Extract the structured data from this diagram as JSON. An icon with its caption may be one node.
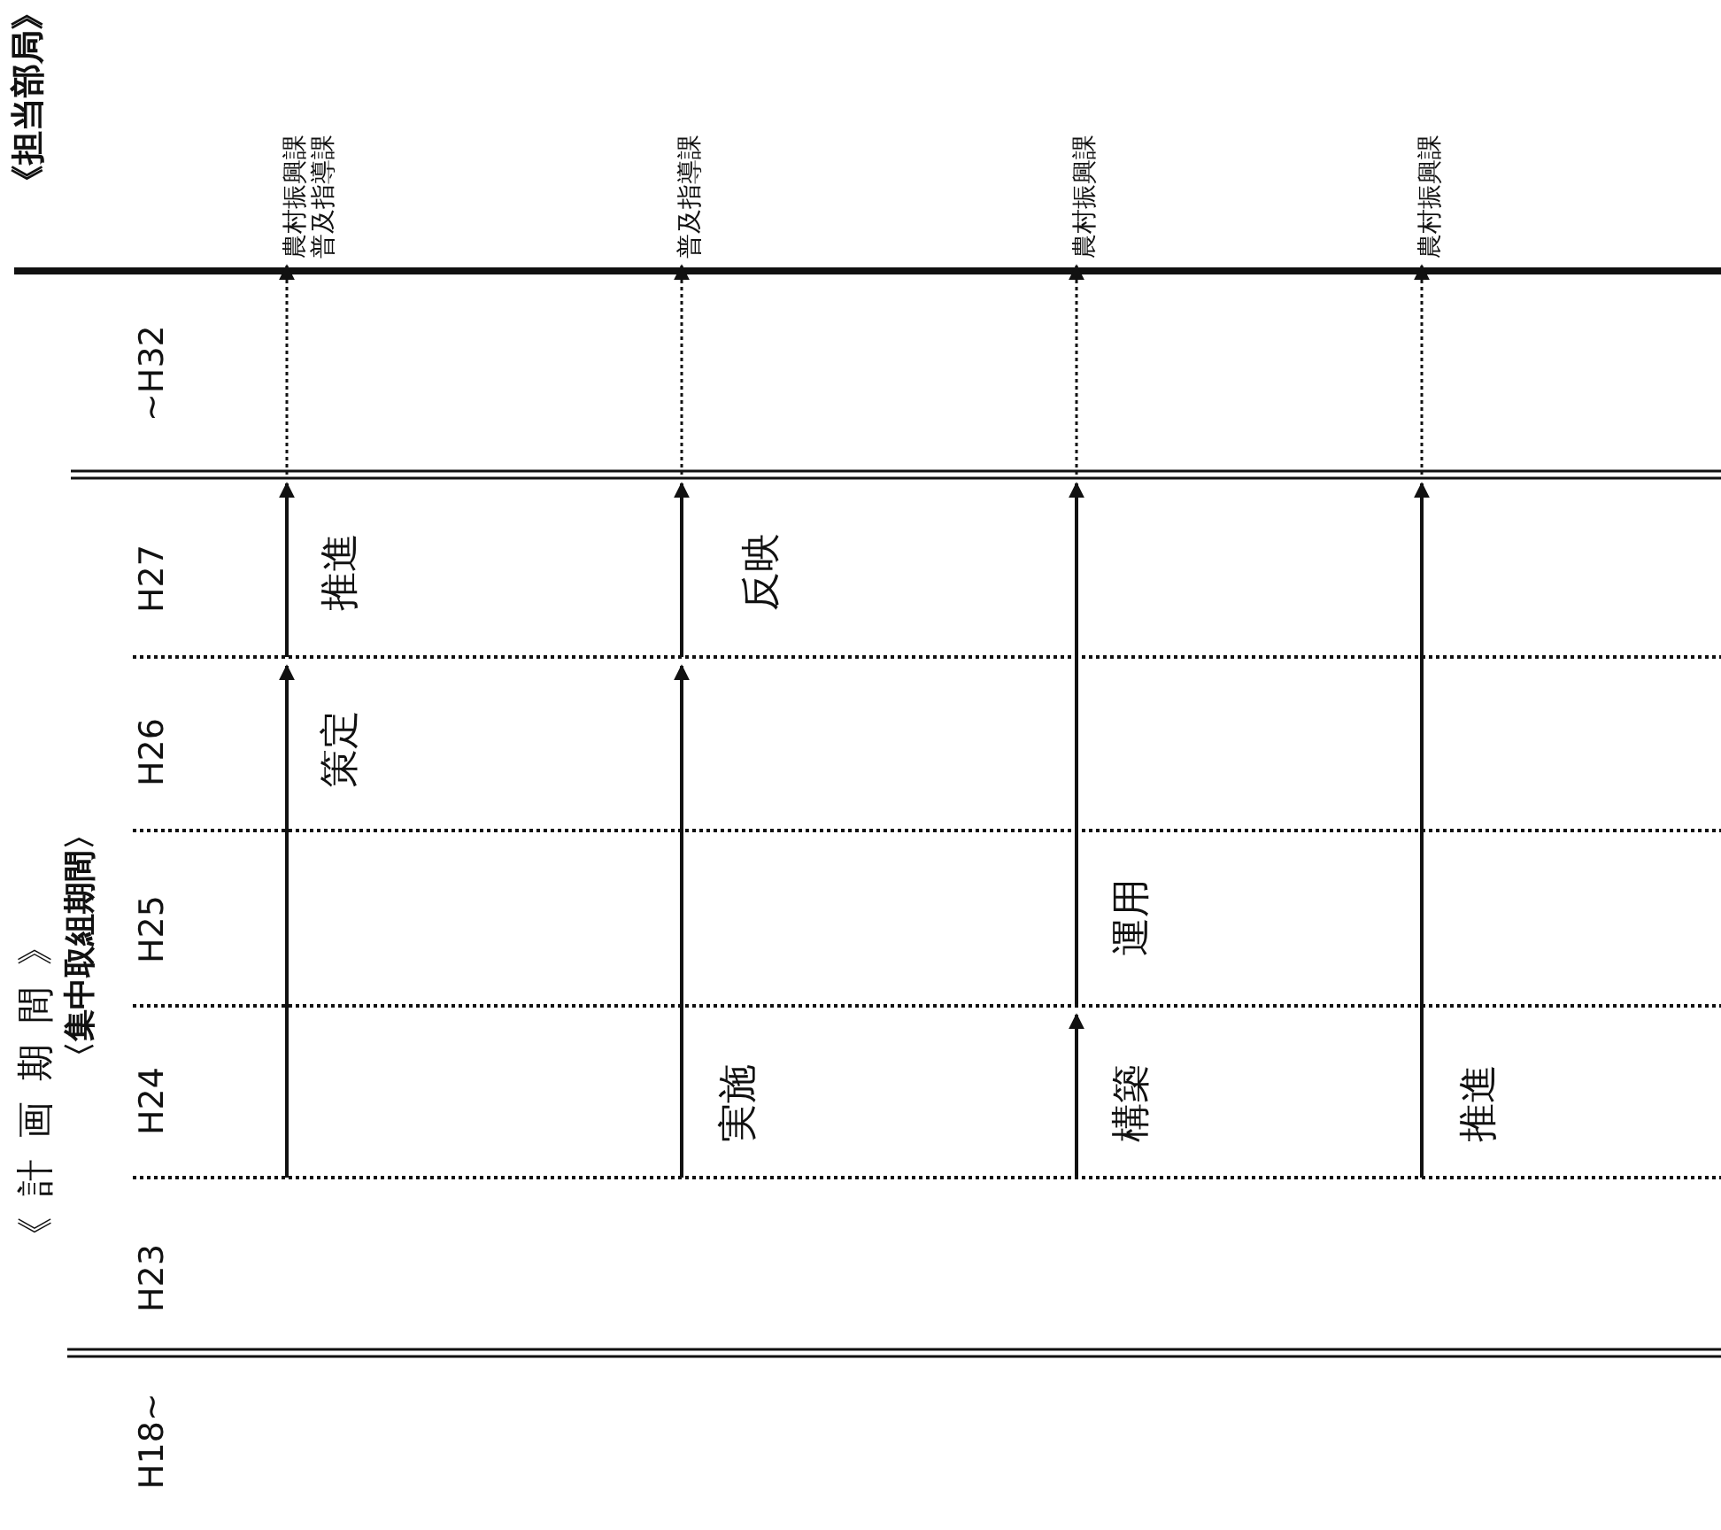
{
  "diagram": {
    "nodes": [
      {
        "text": [
          "農村振興課",
          "普及指導課"
        ]
      },
      {
        "text": [
          "普及指導課"
        ]
      },
      {
        "text": [
          "農村振興課"
        ]
      },
      {
        "text": [
          "農村振興課"
        ]
      }
    ],
    "edges": [
      {
        "from": null,
        "to": 0,
        "arrow": "to",
        "style": "dashed"
      },
      {
        "from": null,
        "to": 1,
        "arrow": "to",
        "style": "dashed"
      },
      {
        "from": null,
        "to": 2,
        "arrow": "to",
        "style": "dashed"
      },
      {
        "from": null,
        "to": 3,
        "arrow": "to",
        "style": "dashed"
      }
    ],
    "labels": [
      "《担当部局》",
      "《計画期間》",
      "〈集中取組期間〉",
      "~H32",
      "H27",
      "H26",
      "H25",
      "H24",
      "H23",
      "H18~",
      "推進",
      "策定",
      "反映",
      "実施",
      "運用",
      "構築",
      "推進"
    ]
  }
}
